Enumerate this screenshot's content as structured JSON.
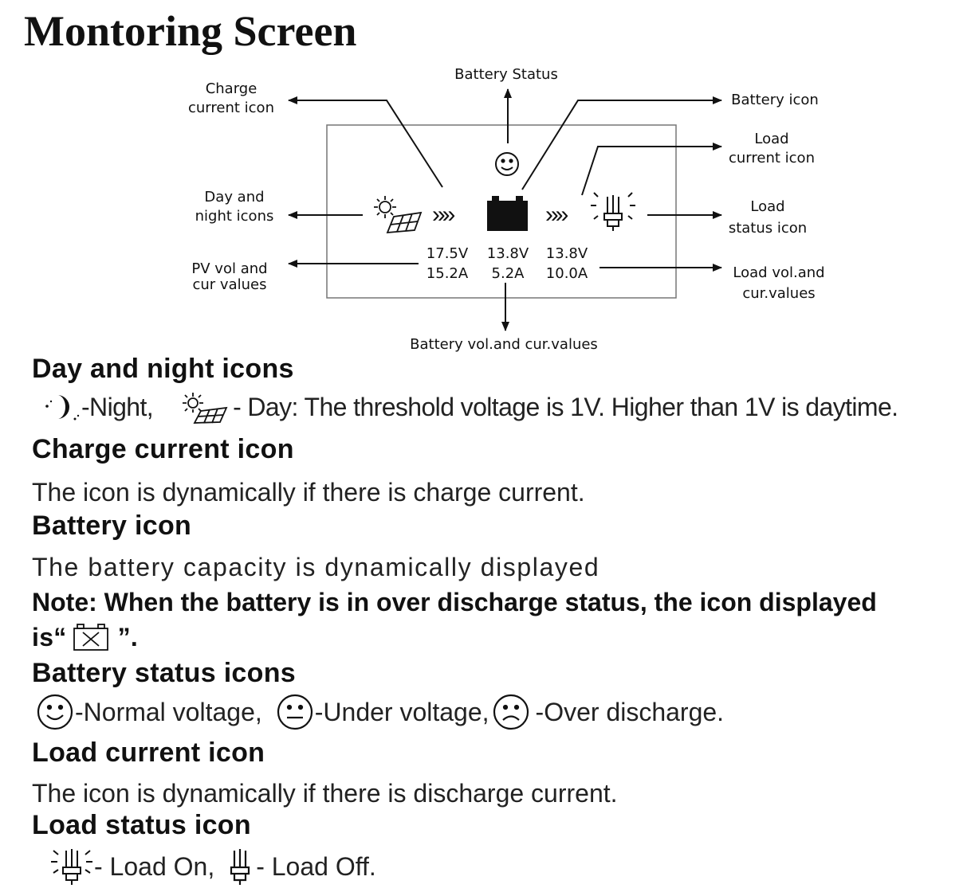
{
  "title": "Montoring Screen",
  "diagram": {
    "labels": {
      "charge_current_icon": [
        "Charge",
        "current icon"
      ],
      "battery_status": "Battery Status",
      "battery_icon": "Battery icon",
      "load_current_icon": [
        "Load",
        "current icon"
      ],
      "day_night_icons": [
        "Day and",
        "night icons"
      ],
      "load_status_icon": [
        "Load",
        "status icon"
      ],
      "pv_values": [
        "PV vol and",
        "cur values"
      ],
      "load_values": [
        "Load vol.and",
        "cur.values"
      ],
      "battery_values": "Battery vol.and cur.values"
    },
    "lcd": {
      "pv_voltage": "17.5V",
      "pv_current": "15.2A",
      "battery_voltage": "13.8V",
      "battery_current": "5.2A",
      "load_voltage": "13.8V",
      "load_current": "10.0A",
      "charge_chevrons": "»»",
      "load_chevrons": "»»"
    }
  },
  "sections": {
    "day_night": {
      "heading": "Day and night icons",
      "night_text": "-Night,",
      "day_text": "- Day: The threshold voltage is 1V. Higher than 1V is daytime.",
      "night_icon": "moon-icon",
      "day_icon": "sun-panel-icon"
    },
    "charge_current": {
      "heading": "Charge current icon",
      "text": "The icon is dynamically if there is charge current."
    },
    "battery_icon": {
      "heading": "Battery icon",
      "text": "The battery capacity is dynamically displayed",
      "note_line1": "Note: When the battery is in over discharge status, the icon displayed",
      "note_prefix": "is“",
      "note_suffix": "”.",
      "note_icon": "battery-cross-icon"
    },
    "battery_status": {
      "heading": "Battery status icons",
      "normal": "-Normal voltage,",
      "under": "-Under voltage,",
      "over": "-Over discharge.",
      "icons": [
        "smile-face-icon",
        "neutral-face-icon",
        "sad-face-icon"
      ]
    },
    "load_current": {
      "heading": "Load current icon",
      "text": "The icon is dynamically if there is discharge current."
    },
    "load_status": {
      "heading": "Load status icon",
      "on": "- Load On,",
      "off": "- Load Off.",
      "icons": [
        "bulb-on-icon",
        "bulb-off-icon"
      ]
    }
  }
}
